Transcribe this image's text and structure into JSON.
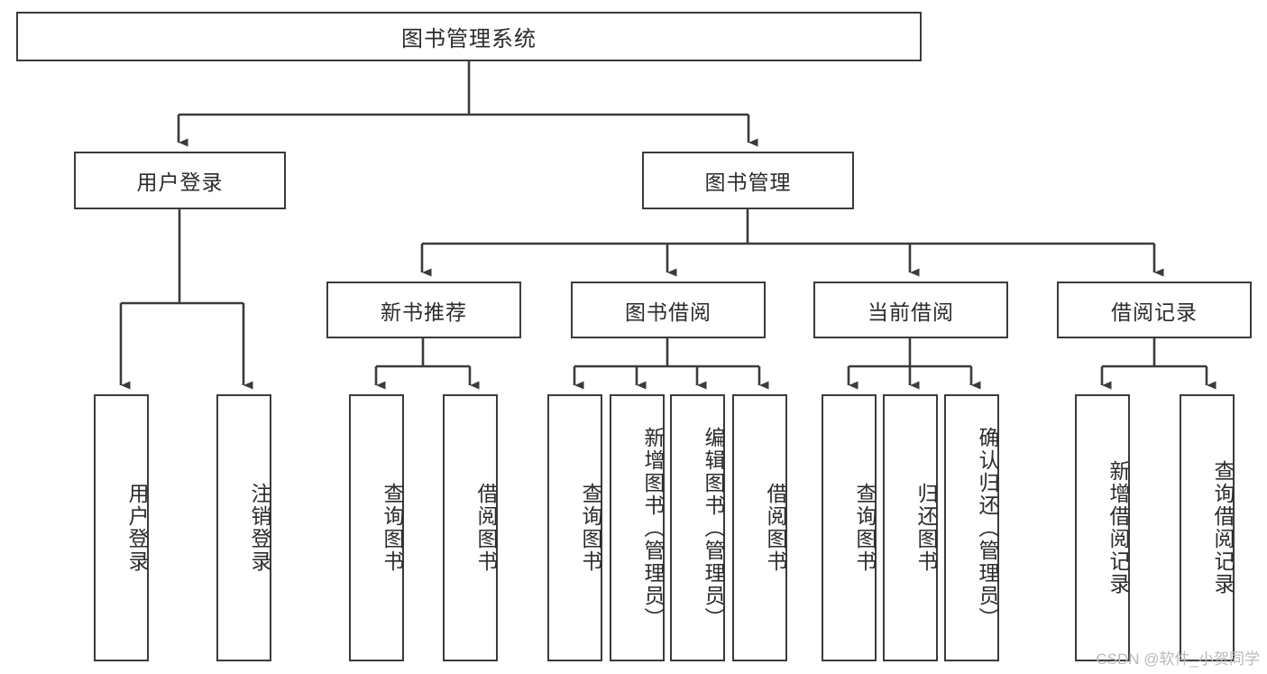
{
  "diagram": {
    "title": "图书管理系统",
    "type": "tree",
    "watermark": "CSDN @软件_小贺同学",
    "colors": {
      "box_border": "#3b3b3b",
      "box_fill": "#ffffff",
      "connector": "#3b3b3b",
      "text": "#2b2b2b",
      "watermark": "#b9b9b9",
      "background": "#ffffff"
    },
    "levels": {
      "root": {
        "label": "图书管理系统"
      },
      "level2": [
        {
          "label": "用户登录"
        },
        {
          "label": "图书管理"
        }
      ],
      "level3": [
        {
          "label": "新书推荐"
        },
        {
          "label": "图书借阅"
        },
        {
          "label": "当前借阅"
        },
        {
          "label": "借阅记录"
        }
      ],
      "leaves": {
        "user_login": [
          {
            "label": "用户登录"
          },
          {
            "label": "注销登录"
          }
        ],
        "new_book_recommend": [
          {
            "label": "查询图书"
          },
          {
            "label": "借阅图书"
          }
        ],
        "book_borrow": [
          {
            "label": "查询图书"
          },
          {
            "label": "新增图书（管理员）"
          },
          {
            "label": "编辑图书（管理员）"
          },
          {
            "label": "借阅图书"
          }
        ],
        "current_borrow": [
          {
            "label": "查询图书"
          },
          {
            "label": "归还图书"
          },
          {
            "label": "确认归还（管理员）"
          }
        ],
        "borrow_record": [
          {
            "label": "新增借阅记录"
          },
          {
            "label": "查询借阅记录"
          }
        ]
      }
    }
  }
}
